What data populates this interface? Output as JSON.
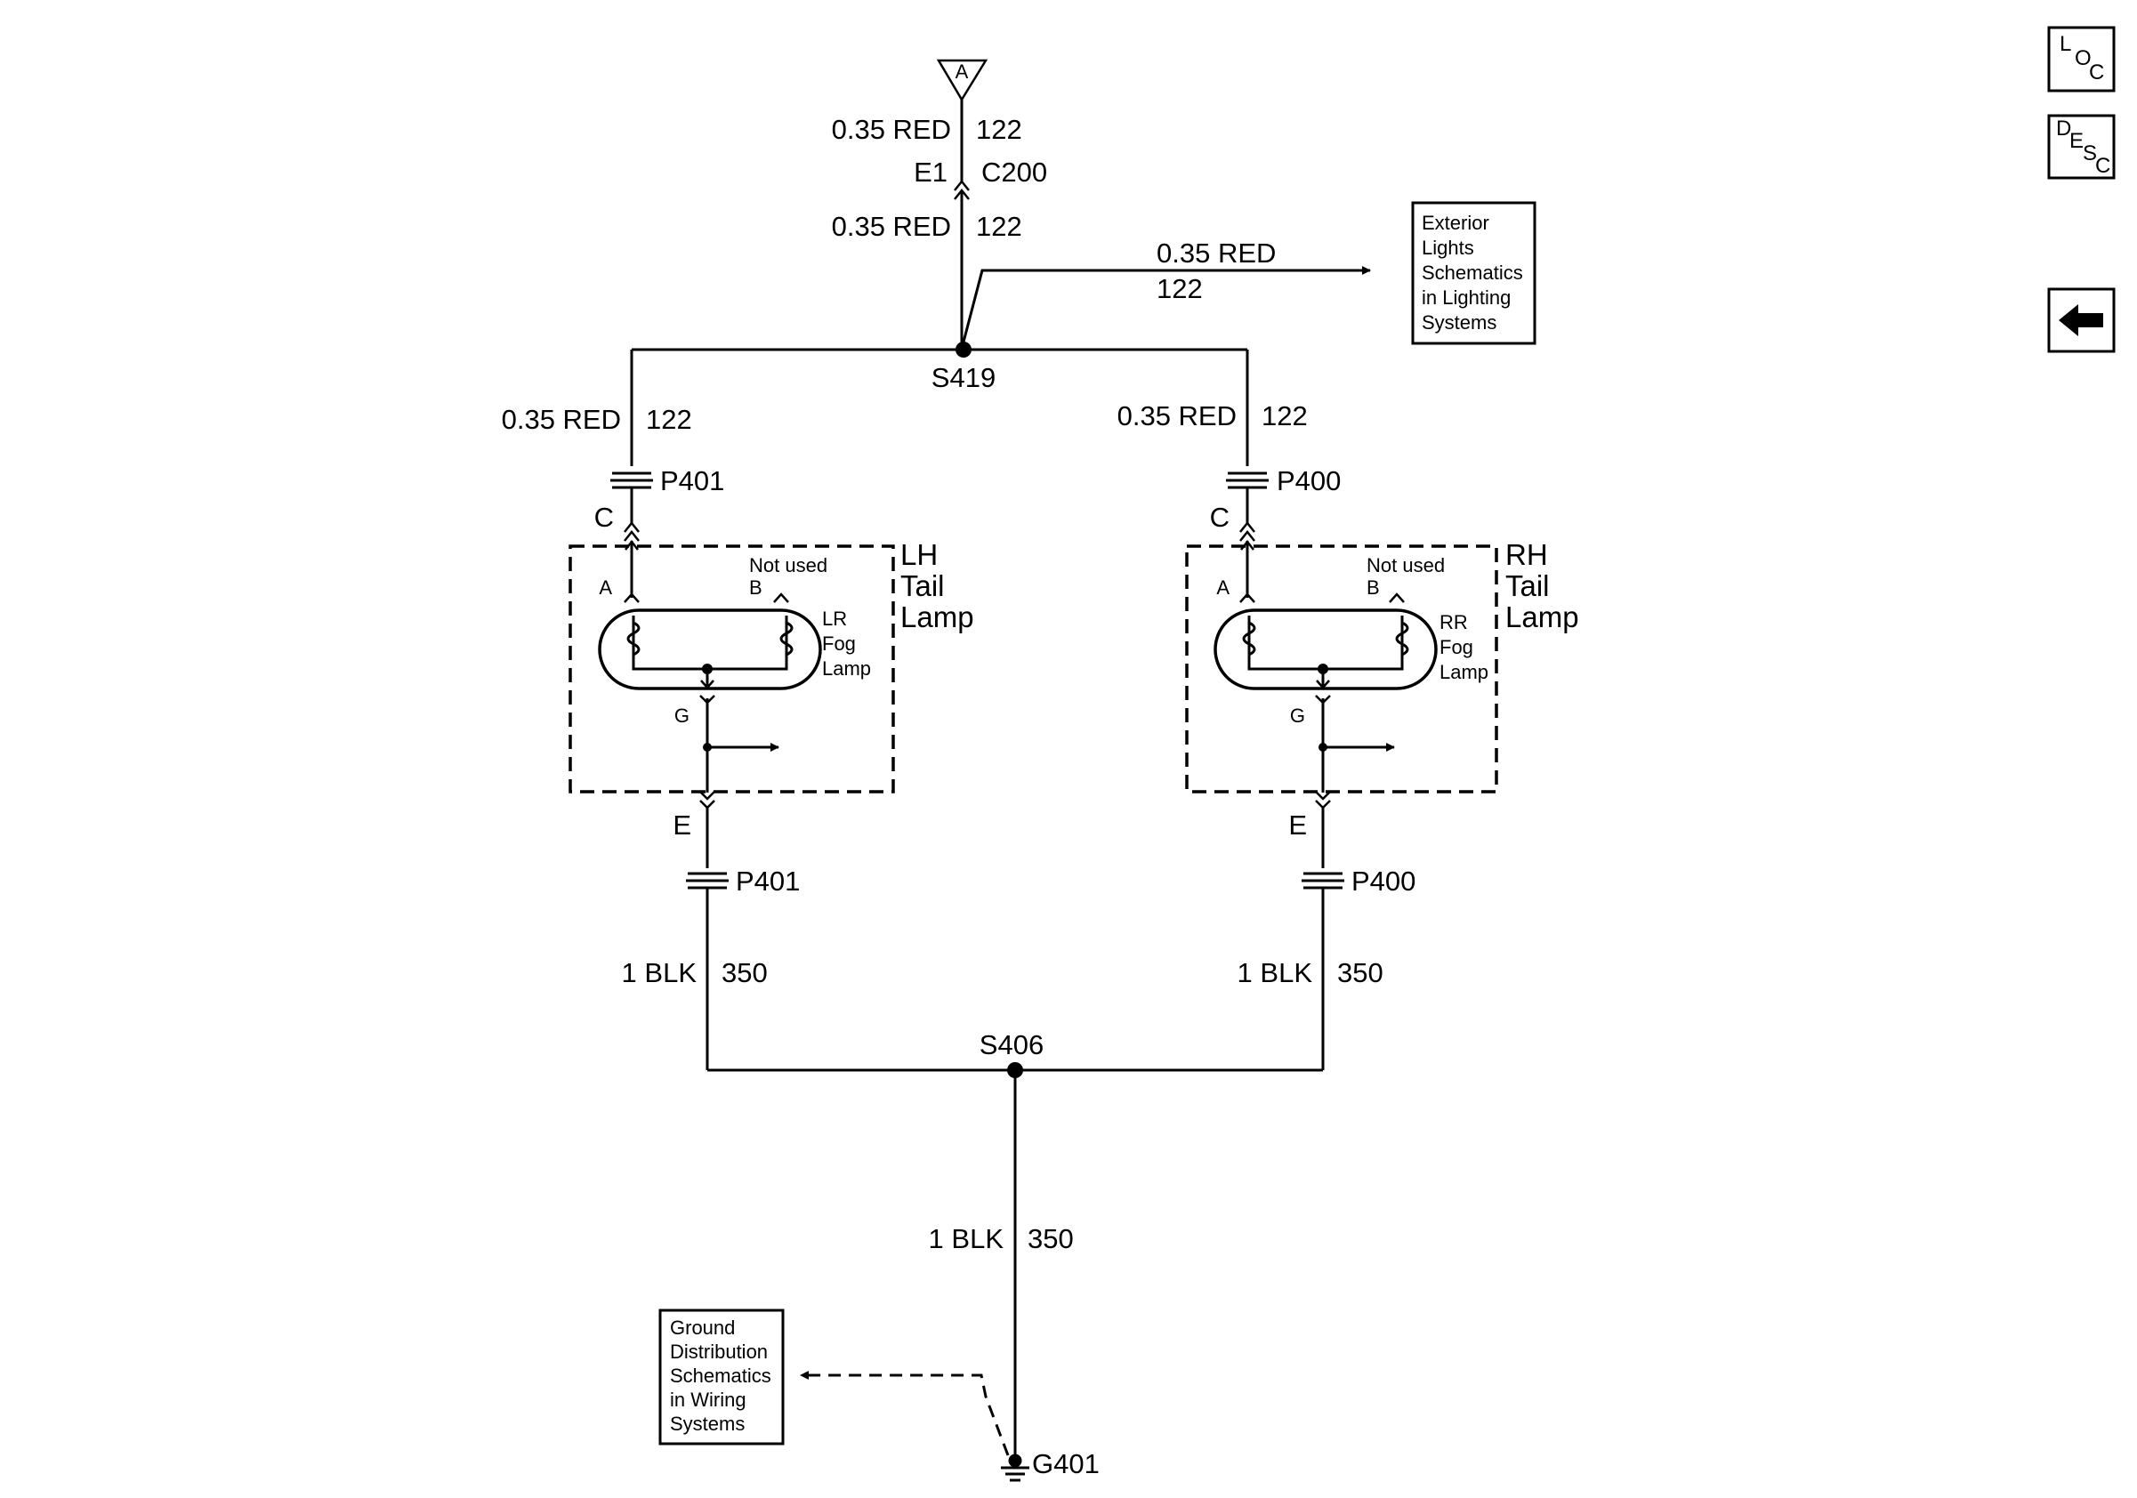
{
  "top_connector": {
    "letter": "A"
  },
  "feed": {
    "upper_wire_gauge_color": "0.35 RED",
    "upper_wire_circuit": "122",
    "conn_pin": "E1",
    "conn_name": "C200",
    "lower_wire_gauge_color": "0.35 RED",
    "lower_wire_circuit": "122"
  },
  "exterior_branch": {
    "wire_gauge_color": "0.35 RED",
    "wire_circuit": "122",
    "ref_lines": [
      "Exterior",
      "Lights",
      "Schematics",
      "in Lighting",
      "Systems"
    ]
  },
  "splice_top": {
    "name": "S419"
  },
  "left": {
    "wire_gauge_color": "0.35 RED",
    "wire_circuit": "122",
    "connector": "P401",
    "pin_in": "C",
    "pin_a": "A",
    "not_used": "Not used",
    "pin_b": "B",
    "lamp_lines": [
      "LR",
      "Fog",
      "Lamp"
    ],
    "housing_lines": [
      "LH",
      "Tail",
      "Lamp"
    ],
    "pin_g": "G",
    "pin_out": "E",
    "connector_bottom": "P401",
    "gnd_wire_gauge_color": "1 BLK",
    "gnd_wire_circuit": "350"
  },
  "right": {
    "wire_gauge_color": "0.35 RED",
    "wire_circuit": "122",
    "connector": "P400",
    "pin_in": "C",
    "pin_a": "A",
    "not_used": "Not used",
    "pin_b": "B",
    "lamp_lines": [
      "RR",
      "Fog",
      "Lamp"
    ],
    "housing_lines": [
      "RH",
      "Tail",
      "Lamp"
    ],
    "pin_g": "G",
    "pin_out": "E",
    "connector_bottom": "P400",
    "gnd_wire_gauge_color": "1 BLK",
    "gnd_wire_circuit": "350"
  },
  "splice_bottom": {
    "name": "S406"
  },
  "ground_wire": {
    "gauge_color": "1 BLK",
    "circuit": "350"
  },
  "ground_ref": {
    "lines": [
      "Ground",
      "Distribution",
      "Schematics",
      "in Wiring",
      "Systems"
    ]
  },
  "ground": {
    "name": "G401"
  },
  "nav": {
    "loc": {
      "l1": "L",
      "l2": "O",
      "l3": "C"
    },
    "desc": {
      "l1": "D",
      "l2": "E",
      "l3": "S",
      "l4": "C"
    }
  }
}
